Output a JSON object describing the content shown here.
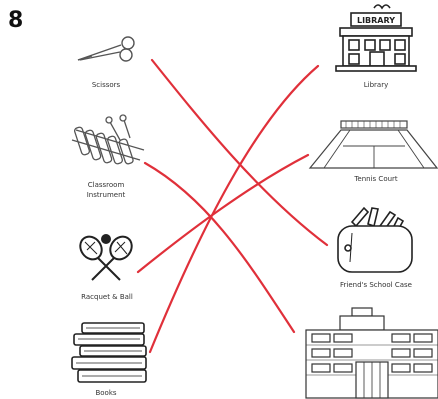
{
  "question_number": "8",
  "left_items": [
    {
      "label": "Scissors",
      "icon": "scissors-icon"
    },
    {
      "label": "Classroom\nInstrument",
      "icon": "xylophone-icon"
    },
    {
      "label": "Racquet & Ball",
      "icon": "racquet-icon"
    },
    {
      "label": "Books",
      "icon": "books-icon"
    }
  ],
  "right_items": [
    {
      "label": "Library",
      "icon": "library-icon",
      "sign": "LIBRARY"
    },
    {
      "label": "Tennis Court",
      "icon": "tennis-court-icon"
    },
    {
      "label": "Friend's School Case",
      "icon": "pencil-case-icon"
    },
    {
      "label": "",
      "icon": "school-building-icon"
    }
  ],
  "matches": [
    {
      "from": "Scissors",
      "to": "Friend's School Case"
    },
    {
      "from": "Classroom\nInstrument",
      "to": "school-building"
    },
    {
      "from": "Racquet & Ball",
      "to": "Tennis Court"
    },
    {
      "from": "Books",
      "to": "Library"
    }
  ],
  "colors": {
    "line": "#e0303a",
    "ink": "#333333"
  }
}
